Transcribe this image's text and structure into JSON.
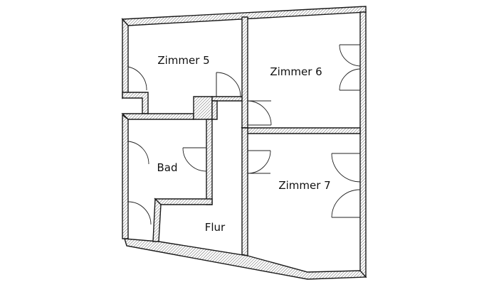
{
  "rooms": {
    "zimmer5": "Zimmer 5",
    "zimmer6": "Zimmer 6",
    "zimmer7": "Zimmer 7",
    "bad": "Bad",
    "flur": "Flur"
  },
  "colors": {
    "background": "#ffffff",
    "line": "#1a1a1a",
    "hatch": "#555555"
  }
}
